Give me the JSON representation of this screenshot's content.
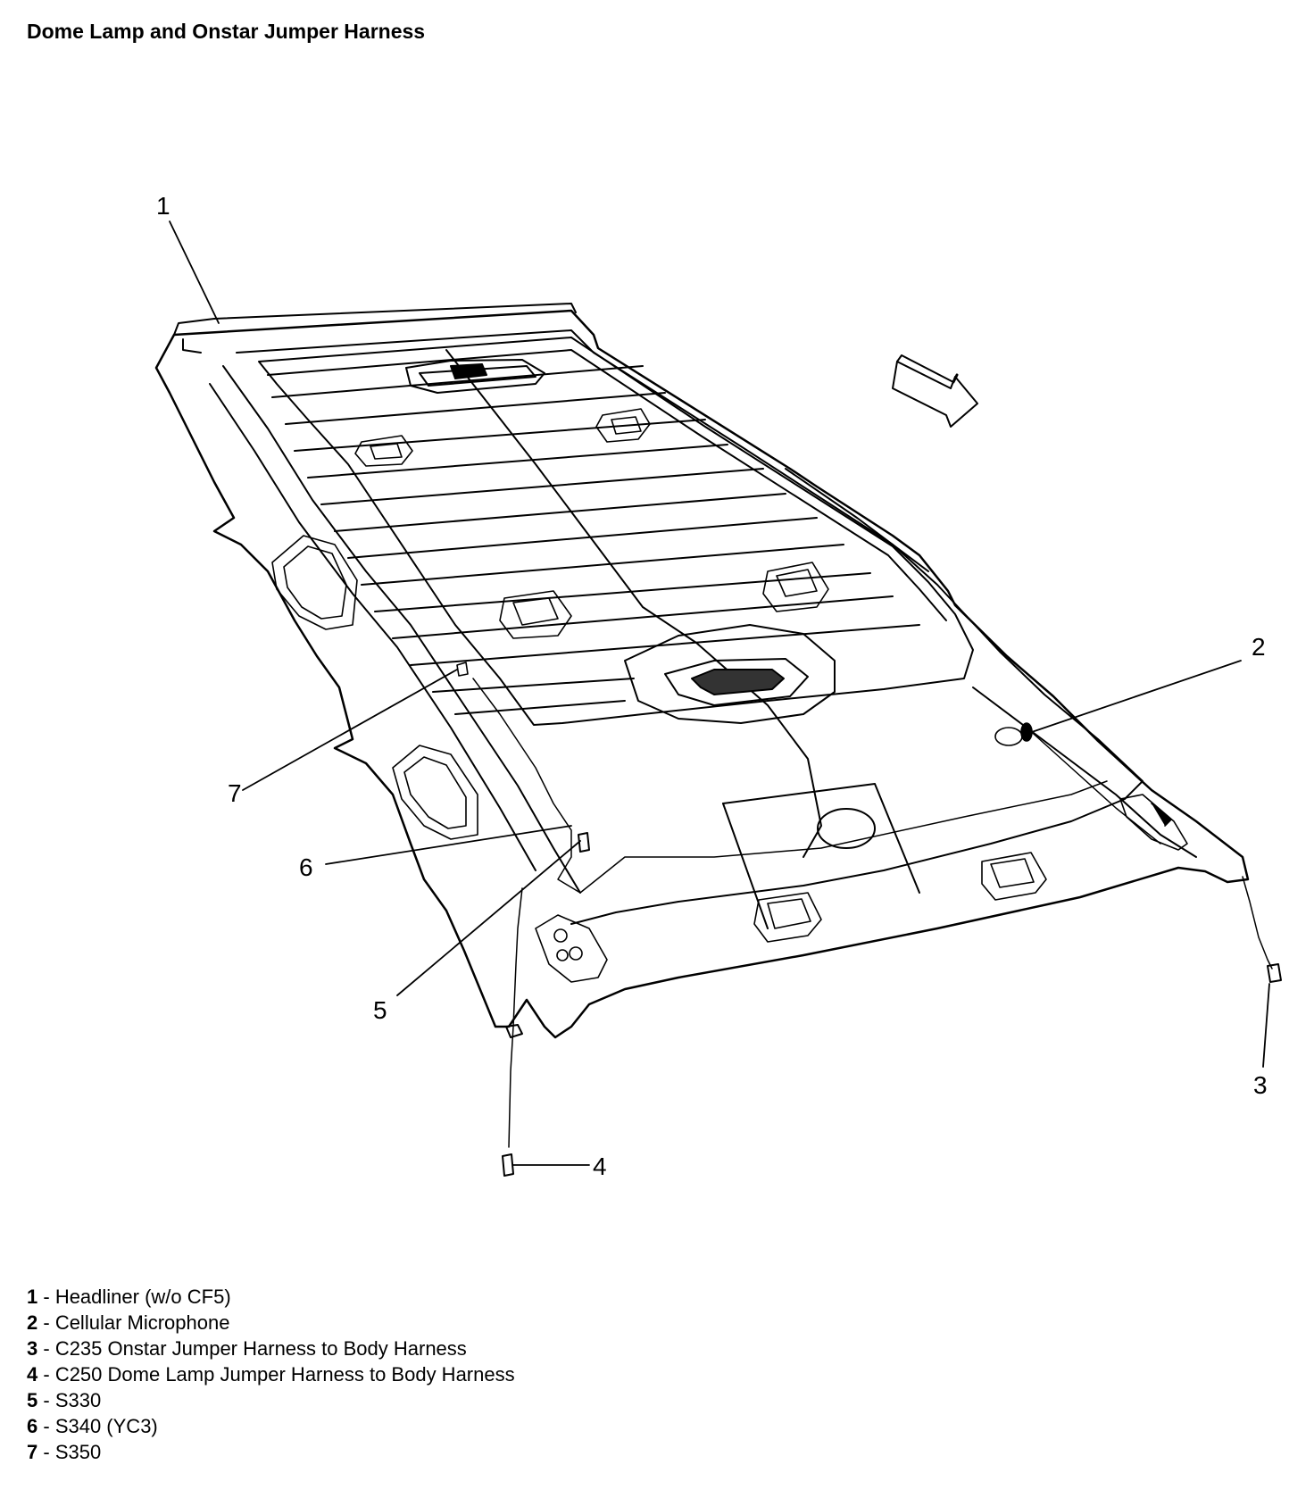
{
  "title": "Dome Lamp and Onstar Jumper Harness",
  "callouts": [
    "1",
    "2",
    "3",
    "4",
    "5",
    "6",
    "7"
  ],
  "legend": [
    {
      "num": "1",
      "sep": " - ",
      "text": "Headliner (w/o CF5)"
    },
    {
      "num": "2",
      "sep": " - ",
      "text": "Cellular Microphone"
    },
    {
      "num": "3",
      "sep": " - ",
      "text": "C235 Onstar Jumper Harness to Body Harness"
    },
    {
      "num": "4",
      "sep": " - ",
      "text": "C250 Dome Lamp Jumper Harness to Body Harness"
    },
    {
      "num": "5",
      "sep": " - ",
      "text": "S330"
    },
    {
      "num": "6",
      "sep": " - ",
      "text": "S340 (YC3)"
    },
    {
      "num": "7",
      "sep": " - ",
      "text": "S350"
    }
  ]
}
